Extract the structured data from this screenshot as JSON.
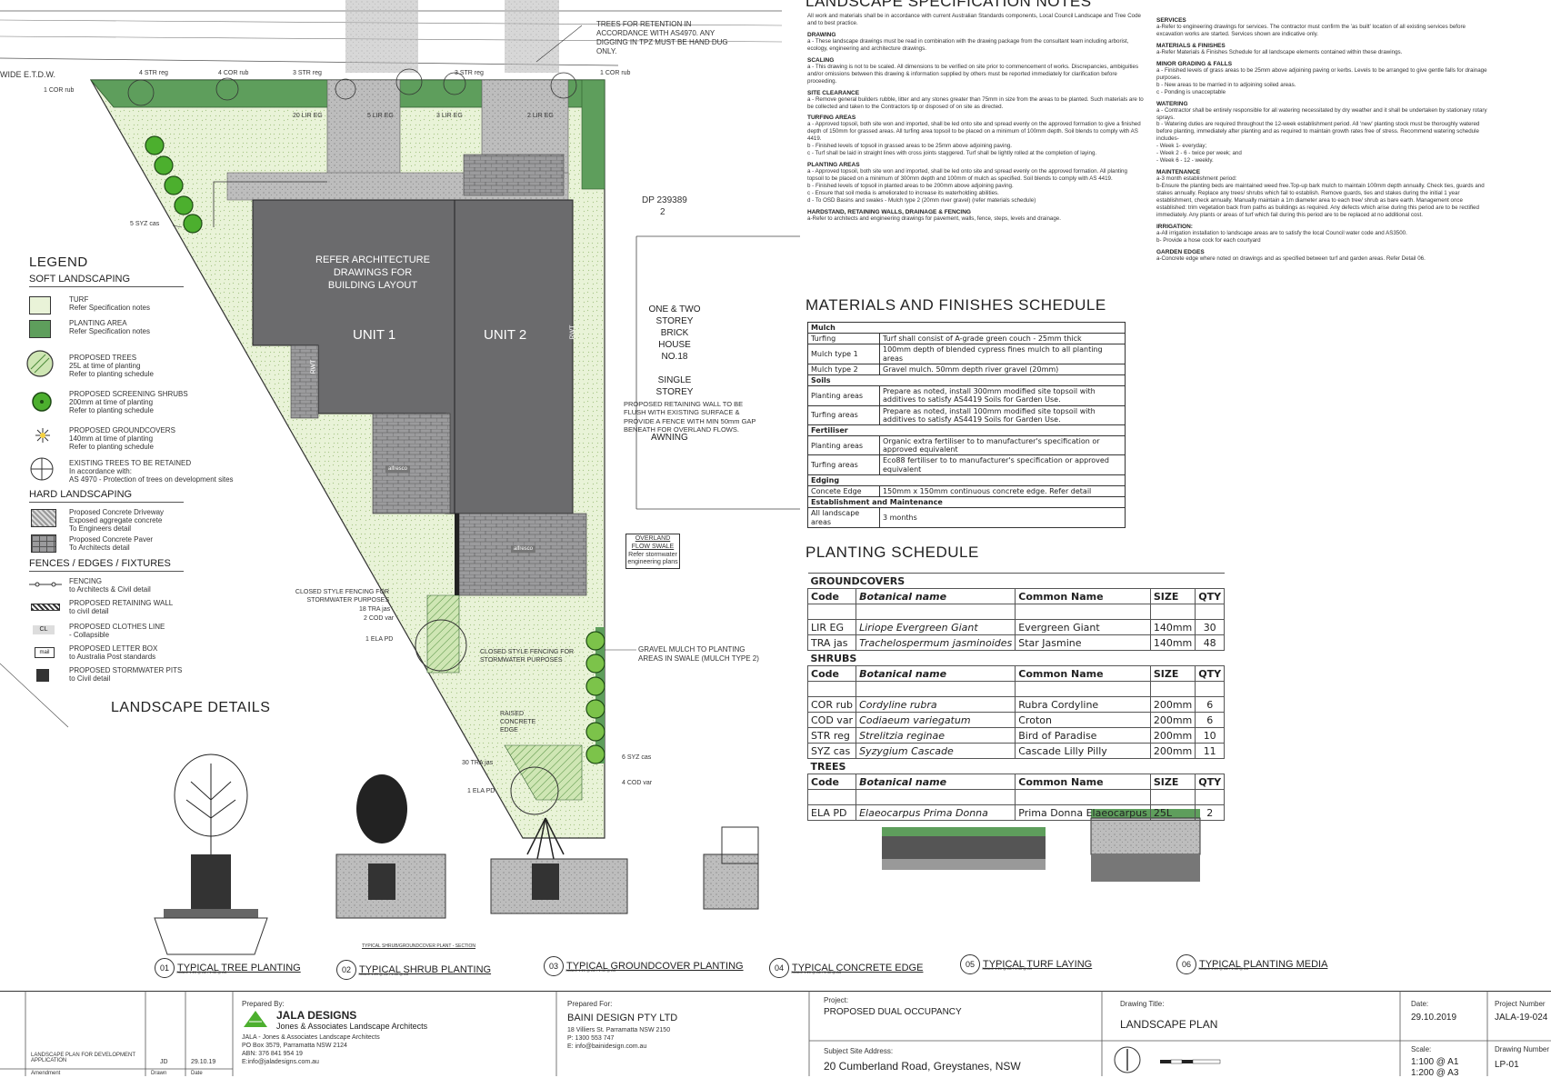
{
  "plan": {
    "labels": {
      "wide_etdw": "WIDE  E.T.D.W.",
      "tree_retention": "TREES FOR RETENTION IN ACCORDANCE WITH AS4970. ANY DIGGING IN TPZ MUST BE HAND DUG ONLY.",
      "str_reg_4": "4 STR reg",
      "cor_rub_4": "4 COR rub",
      "str_reg_3a": "3 STR reg",
      "str_reg_3b": "3 STR reg",
      "cor_rub_1a": "1 COR rub",
      "cor_rub_1b": "1 COR rub",
      "lir_eg_20": "20 LIR EG",
      "lir_eg_5": "5 LIR EG",
      "lir_eg_3": "3 LIR EG",
      "lir_eg_2": "2 LIR EG",
      "syz_cas_5": "5 SYZ cas",
      "dp": "DP  239389",
      "dp_num": "2",
      "refer_arch": "REFER ARCHITECTURE DRAWINGS FOR BUILDING LAYOUT",
      "unit1": "UNIT 1",
      "unit2": "UNIT 2",
      "neighbour": "ONE & TWO STOREY BRICK HOUSE NO.18",
      "single_storey": "SINGLE STOREY",
      "awning": "AWNING",
      "retaining_wall": "PROPOSED RETAINING WALL TO BE FLUSH WITH EXISTING SURFACE & PROVIDE A FENCE WITH MIN 50mm GAP BENEATH FOR OVERLAND FLOWS.",
      "overland": "OVERLAND FLOW SWALE",
      "overland_sub": "Refer stormwater engineering plans",
      "closed_fence_1": "CLOSED STYLE FENCING FOR STORMWATER PURPOSES",
      "closed_fence_2": "CLOSED STYLE FENCING FOR STORMWATER PURPOSES",
      "tra_jas_18": "18 TRA jas",
      "cod_var_2": "2 COD var",
      "ela_pd_1a": "1 ELA PD",
      "ela_pd_1b": "1 ELA PD",
      "gravel": "GRAVEL MULCH TO PLANTING AREAS IN SWALE (MULCH TYPE 2)",
      "raised_edge": "RAISED CONCRETE EDGE",
      "tra_jas_30": "30 TRA jas",
      "syz_cas_6": "6 SYZ cas",
      "cod_var_4": "4 COD var",
      "rwt": "RWT",
      "alfresco": "alfresco"
    }
  },
  "legend": {
    "title": "LEGEND",
    "soft": "SOFT LANDSCAPING",
    "soft_items": [
      {
        "name": "TURF",
        "desc": "Refer Specification notes"
      },
      {
        "name": "PLANTING AREA",
        "desc": "Refer Specification notes"
      },
      {
        "name": "PROPOSED TREES",
        "desc": "25L at time of planting\nRefer to planting schedule"
      },
      {
        "name": "PROPOSED SCREENING SHRUBS",
        "desc": "200mm at time of planting\nRefer to planting schedule"
      },
      {
        "name": "PROPOSED GROUNDCOVERS",
        "desc": "140mm at time of planting\nRefer to planting schedule"
      },
      {
        "name": "EXISTING TREES TO BE RETAINED",
        "desc": "In accordance with:\nAS 4970 - Protection of trees on development sites"
      }
    ],
    "hard": "HARD LANDSCAPING",
    "hard_items": [
      {
        "name": "Proposed Concrete Driveway",
        "desc": "Exposed aggregate concrete\nTo Engineers detail"
      },
      {
        "name": "Proposed Concrete Paver",
        "desc": "To Architects detail"
      }
    ],
    "fences": "FENCES / EDGES / FIXTURES",
    "fence_items": [
      {
        "name": "FENCING",
        "desc": "to Architects & Civil detail"
      },
      {
        "name": "PROPOSED RETAINING WALL",
        "desc": "to civil detail"
      },
      {
        "name": "PROPOSED CLOTHES LINE",
        "desc": "- Collapsible"
      },
      {
        "name": "PROPOSED LETTER BOX",
        "desc": "to Australia Post standards"
      },
      {
        "name": "PROPOSED STORMWATER PITS",
        "desc": "to Civil detail"
      }
    ],
    "cl": "CL",
    "mail": "mail"
  },
  "details": {
    "title": "LANDSCAPE DETAILS",
    "items": [
      {
        "num": "01",
        "title": "TYPICAL TREE PLANTING"
      },
      {
        "num": "02",
        "title": "TYPICAL SHRUB PLANTING"
      },
      {
        "num": "03",
        "title": "TYPICAL GROUNDCOVER PLANTING"
      },
      {
        "num": "04",
        "title": "TYPICAL CONCRETE EDGE"
      },
      {
        "num": "05",
        "title": "TYPICAL TURF LAYING"
      },
      {
        "num": "06",
        "title": "TYPICAL PLANTING MEDIA"
      }
    ],
    "scale": "SCALE 1:20 @ A1 / 1:40 @ A3",
    "shrub_section": "TYPICAL SHRUB/GROUNDCOVER PLANT - SECTION"
  },
  "spec": {
    "title": "LANDSCAPE SPECIFICATION NOTES",
    "intro": "All work and materials shall be in accordance with current Australian Standards components, Local Council Landscape and Tree Code and to best practice.",
    "left": [
      {
        "h": "DRAWING",
        "b": "a - These landscape drawings must be read in combination with the drawing package from the consultant team including arborist, ecology, engineering and architecture drawings."
      },
      {
        "h": "SCALING",
        "b": "a - This drawing is not to be scaled. All dimensions to be verified on site prior to commencement of works. Discrepancies, ambiguities and/or omissions between this drawing & information supplied by others must be reported immediately for clarification before proceeding."
      },
      {
        "h": "SITE CLEARANCE",
        "b": "a - Remove general builders rubble, litter and any stones greater than 75mm in size from the areas to be planted. Such materials are to be collected and taken to the Contractors tip or disposed of on site as directed."
      },
      {
        "h": "TURFING AREAS",
        "b": "a - Approved topsoil, both site won and imported, shall be led onto site and spread evenly on the approved formation to give a finished depth of 150mm for grassed areas. All turfing area topsoil to be placed on a minimum of 100mm depth. Soil blends to comply with AS 4419.\nb - Finished levels of topsoil in grassed areas to be 25mm above adjoining paving.\nc - Turf shall be laid in straight lines with cross joints staggered. Turf shall be lightly rolled at the completion of laying."
      },
      {
        "h": "PLANTING AREAS",
        "b": "a - Approved topsoil, both site won and imported, shall be led onto site and spread evenly on the approved formation. All planting topsoil to be placed on a minimum of 300mm depth and 100mm of mulch as specified. Soil blends to comply with AS 4419.\nb - Finished levels of topsoil in planted areas to be 200mm above adjoining paving.\nc - Ensure that soil media is ameliorated to increase its waterholding abilities.\nd - To OSD Basins and swales - Mulch type 2 (20mm river gravel) (refer materials schedule)"
      },
      {
        "h": "HARDSTAND, RETAINING WALLS, DRAINAGE & FENCING",
        "b": "a-Refer to architects and engineering drawings for pavement, walls, fence, steps, levels and drainage."
      }
    ],
    "right": [
      {
        "h": "SERVICES",
        "b": "a-Refer to engineering drawings for services. The contractor must confirm the 'as built' location of all existing services before excavation works are started. Services shown are indicative only."
      },
      {
        "h": "MATERIALS & FINISHES",
        "b": "a-Refer Materials & Finishes Schedule for all landscape elements contained within these drawings."
      },
      {
        "h": "MINOR GRADING & FALLS",
        "b": "a - Finished levels of grass areas to be 25mm above adjoining paving or kerbs. Levels to be arranged to give gentle falls for drainage purposes.\nb - New areas to be married in to adjoining soiled areas.\nc - Ponding is unacceptable"
      },
      {
        "h": "WATERING",
        "b": "a - Contractor shall be entirely responsible for all watering necessitated by dry weather and it shall be undertaken by stationary rotary sprays.\nb - Watering duties are required throughout the 12-week establishment period. All 'new' planting stock must be thoroughly watered before planting, immediately after planting and as required to maintain growth rates free of stress. Recommend watering schedule includes-\n-      Week 1- everyday;\n-      Week 2 - 6 - twice per week; and\n-      Week 6 - 12 - weekly."
      },
      {
        "h": "MAINTENANCE",
        "b": "a-3 month establishment period:\nb-Ensure the planting beds are maintained weed free.Top-up bark mulch to maintain 100mm depth annually. Check ties, guards and stakes annually. Replace any trees/ shrubs which fail to establish. Remove guards, ties and stakes during the initial 1 year establishment, check annually. Manually maintain a 1m diameter area to each tree/ shrub as bare earth. Management once established: trim vegetation back from paths as buildings as required. Any defects which arise during this period are to be rectified immediately. Any plants or areas of turf which fail during this period are to be replaced at no additional cost."
      },
      {
        "h": "IRRIGATION:",
        "b": "a-All irrigation installation to landscape areas are to satisfy the local Council water code and AS3500.\nb- Provide a hose cock for each courtyard"
      },
      {
        "h": "GARDEN EDGES",
        "b": "a-Concrete edge where noted on drawings and as specified between turf and garden areas. Refer Detail 06."
      }
    ]
  },
  "materials": {
    "title": "MATERIALS AND FINISHES SCHEDULE",
    "rows": [
      {
        "sec": "Mulch"
      },
      {
        "k": "Turfing",
        "v": "Turf shall consist of A-grade green couch - 25mm thick"
      },
      {
        "k": "Mulch type 1",
        "v": "100mm depth of blended cypress fines mulch to all planting areas"
      },
      {
        "k": "Mulch type 2",
        "v": "Gravel mulch. 50mm depth river gravel (20mm)"
      },
      {
        "sec": "Soils"
      },
      {
        "k": "Planting areas",
        "v": "Prepare as noted, install 300mm modified site topsoil with additives to satisfy AS4419 Soils for Garden Use."
      },
      {
        "k": "Turfing areas",
        "v": "Prepare as noted, install 100mm modified site topsoil with additives to satisfy AS4419 Soils for Garden Use."
      },
      {
        "sec": "Fertiliser"
      },
      {
        "k": "Planting areas",
        "v": "Organic extra fertiliser to to manufacturer's specification or approved equivalent"
      },
      {
        "k": "Turfing areas",
        "v": "Eco88 fertiliser to to manufacturer's specification or approved equivalent"
      },
      {
        "sec": "Edging"
      },
      {
        "k": "Concete Edge",
        "v": "150mm x 150mm continuous concrete edge. Refer detail"
      },
      {
        "sec": "Establishment and Maintenance"
      },
      {
        "k": "All landscape areas",
        "v": "3 months"
      }
    ]
  },
  "planting": {
    "title": "PLANTING SCHEDULE",
    "headers": [
      "Code",
      "Botanical name",
      "Common Name",
      "SIZE",
      "QTY"
    ],
    "groups": [
      {
        "name": "GROUNDCOVERS",
        "rows": [
          [
            "LIR EG",
            "Liriope Evergreen Giant",
            "Evergreen Giant",
            "140mm",
            "30"
          ],
          [
            "TRA jas",
            "Trachelospermum jasminoides",
            "Star Jasmine",
            "140mm",
            "48"
          ]
        ]
      },
      {
        "name": "SHRUBS",
        "rows": [
          [
            "COR rub",
            "Cordyline rubra",
            "Rubra Cordyline",
            "200mm",
            "6"
          ],
          [
            "COD var",
            "Codiaeum variegatum",
            "Croton",
            "200mm",
            "6"
          ],
          [
            "STR reg",
            "Strelitzia reginae",
            "Bird of Paradise",
            "200mm",
            "10"
          ],
          [
            "SYZ cas",
            "Syzygium Cascade",
            "Cascade Lilly Pilly",
            "200mm",
            "11"
          ]
        ]
      },
      {
        "name": "TREES",
        "rows": [
          [
            "ELA PD",
            "Elaeocarpus Prima Donna",
            "Prima Donna Elaeocarpus",
            "25L",
            "2"
          ]
        ]
      }
    ]
  },
  "title_block": {
    "issue_desc": "LANDSCAPE PLAN FOR DEVELOPMENT APPLICATION",
    "issue_by": "JD",
    "issue_date": "29.10.19",
    "amend_h": "Amendment",
    "drawn_h": "Drawn",
    "date_h": "Date",
    "prepared_by_h": "Prepared By:",
    "company": "JALA DESIGNS",
    "company_sub": "Jones & Associates Landscape Architects",
    "company_l1": "JALA - Jones & Associates Landscape Architects",
    "company_l2": "PO Box 3579, Parramatta NSW 2124",
    "company_l3": "ABN: 376 841 954 19",
    "company_l4": "E:info@jaladesigns.com.au",
    "prepared_for_h": "Prepared For:",
    "client": "BAINI DESIGN PTY LTD",
    "client_l1": "18 Villiers St. Parramatta NSW 2150",
    "client_l2": "P: 1300 553 747",
    "client_l3": "E: info@bainidesign.com.au",
    "project_h": "Project:",
    "project": "PROPOSED DUAL OCCUPANCY",
    "address_h": "Subject Site Address:",
    "address": "20 Cumberland Road, Greystanes, NSW",
    "drawing_title_h": "Drawing Title:",
    "drawing_title": "LANDSCAPE PLAN",
    "date_label": "Date:",
    "date": "29.10.2019",
    "scale_label": "Scale:",
    "scale1": "1:100 @ A1",
    "scale2": "1:200 @ A3",
    "project_number_h": "Project Number",
    "project_number": "JALA-19-024",
    "drawing_number_h": "Drawing Number",
    "drawing_number": "LP-01"
  },
  "colors": {
    "turf": "#e8f2d6",
    "planting": "#5e9e5c",
    "building": "#6b6b6d",
    "paver": "#9a9a9c",
    "driveway": "#b8b8b8",
    "shrub": "#4caf2e"
  }
}
